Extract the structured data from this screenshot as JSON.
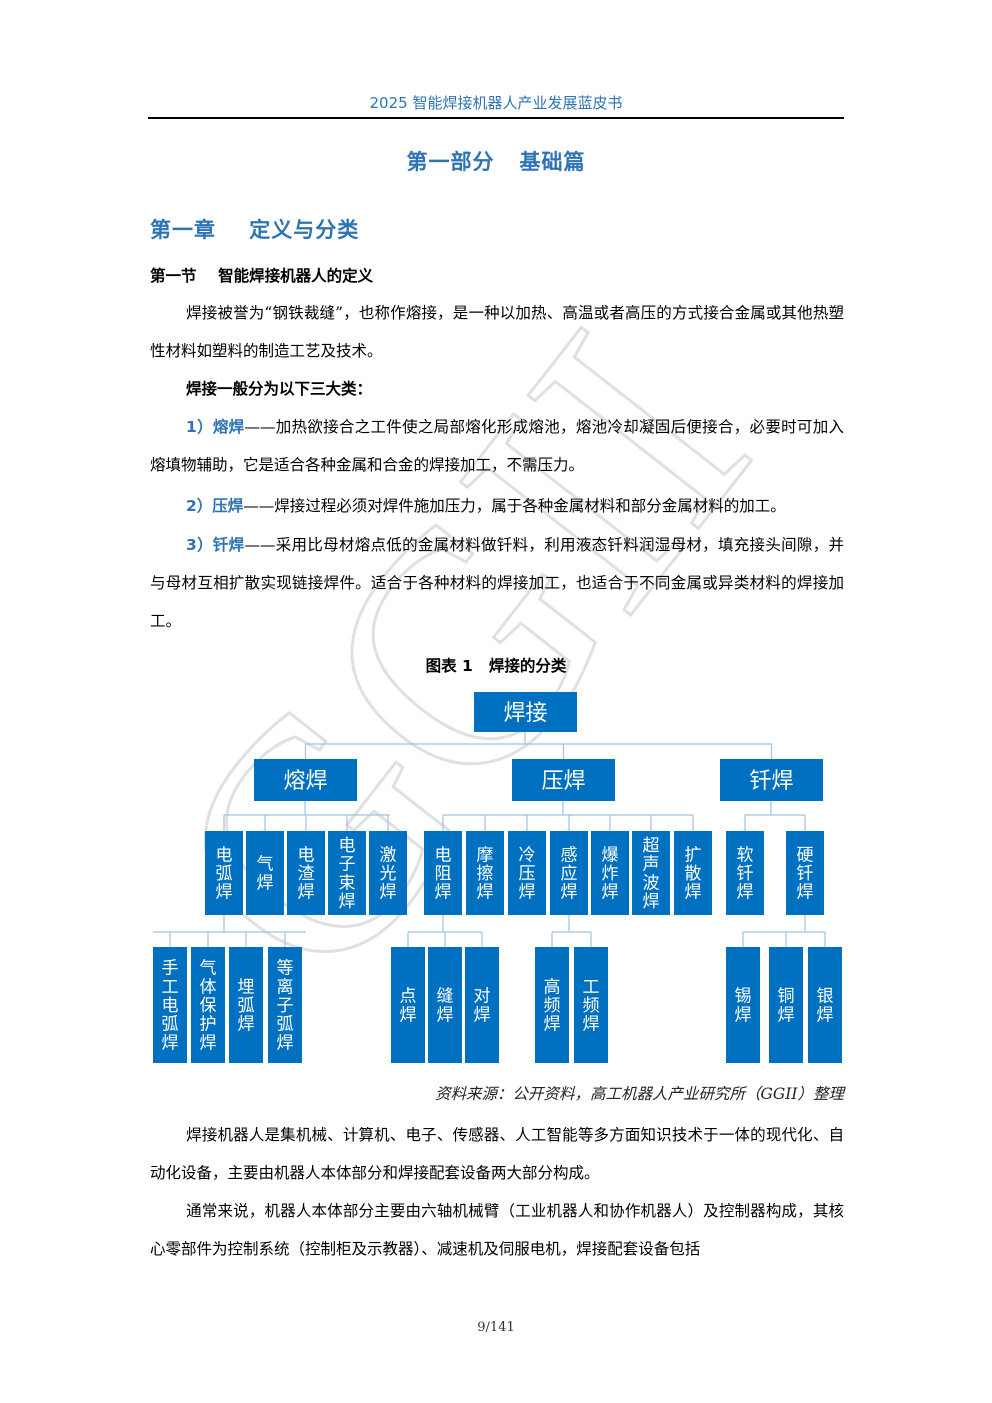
{
  "header": {
    "running_title": "2025 智能焊接机器人产业发展蓝皮书"
  },
  "part_title": "第一部分   基础篇",
  "chapter_title": "第一章    定义与分类",
  "section_title": "第一节    智能焊接机器人的定义",
  "paragraphs": {
    "p1": "焊接被誉为“钢铁裁缝”，也称作熔接，是一种以加热、高温或者高压的方式接合金属或其他热塑性材料如塑料的制造工艺及技术。",
    "p2": "焊接一般分为以下三大类：",
    "item1_label": "1）熔焊",
    "item1_text": "——加热欲接合之工件使之局部熔化形成熔池，熔池冷却凝固后便接合，必要时可加入熔填物辅助，它是适合各种金属和合金的焊接加工，不需压力。",
    "item2_label": "2）压焊",
    "item2_text": "——焊接过程必须对焊件施加压力，属于各种金属材料和部分金属材料的加工。",
    "item3_label": "3）钎焊",
    "item3_text": "——采用比母材熔点低的金属材料做钎料，利用液态钎料润湿母材，填充接头间隙，并与母材互相扩散实现链接焊件。适合于各种材料的焊接加工，也适合于不同金属或异类材料的焊接加工。",
    "p3": "焊接机器人是集机械、计算机、电子、传感器、人工智能等多方面知识技术于一体的现代化、自动化设备，主要由机器人本体部分和焊接配套设备两大部分构成。",
    "p4": "通常来说，机器人本体部分主要由六轴机械臂（工业机器人和协作机器人）及控制器构成，其核心零部件为控制系统（控制柜及示教器）、减速机及伺服电机，焊接配套设备包括"
  },
  "figure": {
    "caption": "图表 1   焊接的分类",
    "root": "焊接",
    "categories": [
      "熔焊",
      "压焊",
      "钎焊"
    ],
    "fusion_types": [
      "电弧焊",
      "气焊",
      "电渣焊",
      "电子束焊",
      "激光焊"
    ],
    "pressure_types": [
      "电阻焊",
      "摩擦焊",
      "冷压焊",
      "感应焊",
      "爆炸焊",
      "超声波焊",
      "扩散焊"
    ],
    "brazing_types": [
      "软钎焊",
      "硬钎焊"
    ],
    "arc_sub": [
      "手工电弧焊",
      "气体保护焊",
      "埋弧焊",
      "等离子弧焊"
    ],
    "resistance_sub": [
      "点焊",
      "缝焊",
      "对焊"
    ],
    "induction_sub": [
      "高频焊",
      "工频焊"
    ],
    "solder_sub": [
      "锡焊",
      "铜焊",
      "银焊"
    ],
    "box_color": "#0070c0",
    "line_color": "#9dc3e6"
  },
  "source_note": "资料来源：公开资料，高工机器人产业研究所（GGII）整理",
  "page_number": "9/141",
  "watermark_text": "GGII"
}
